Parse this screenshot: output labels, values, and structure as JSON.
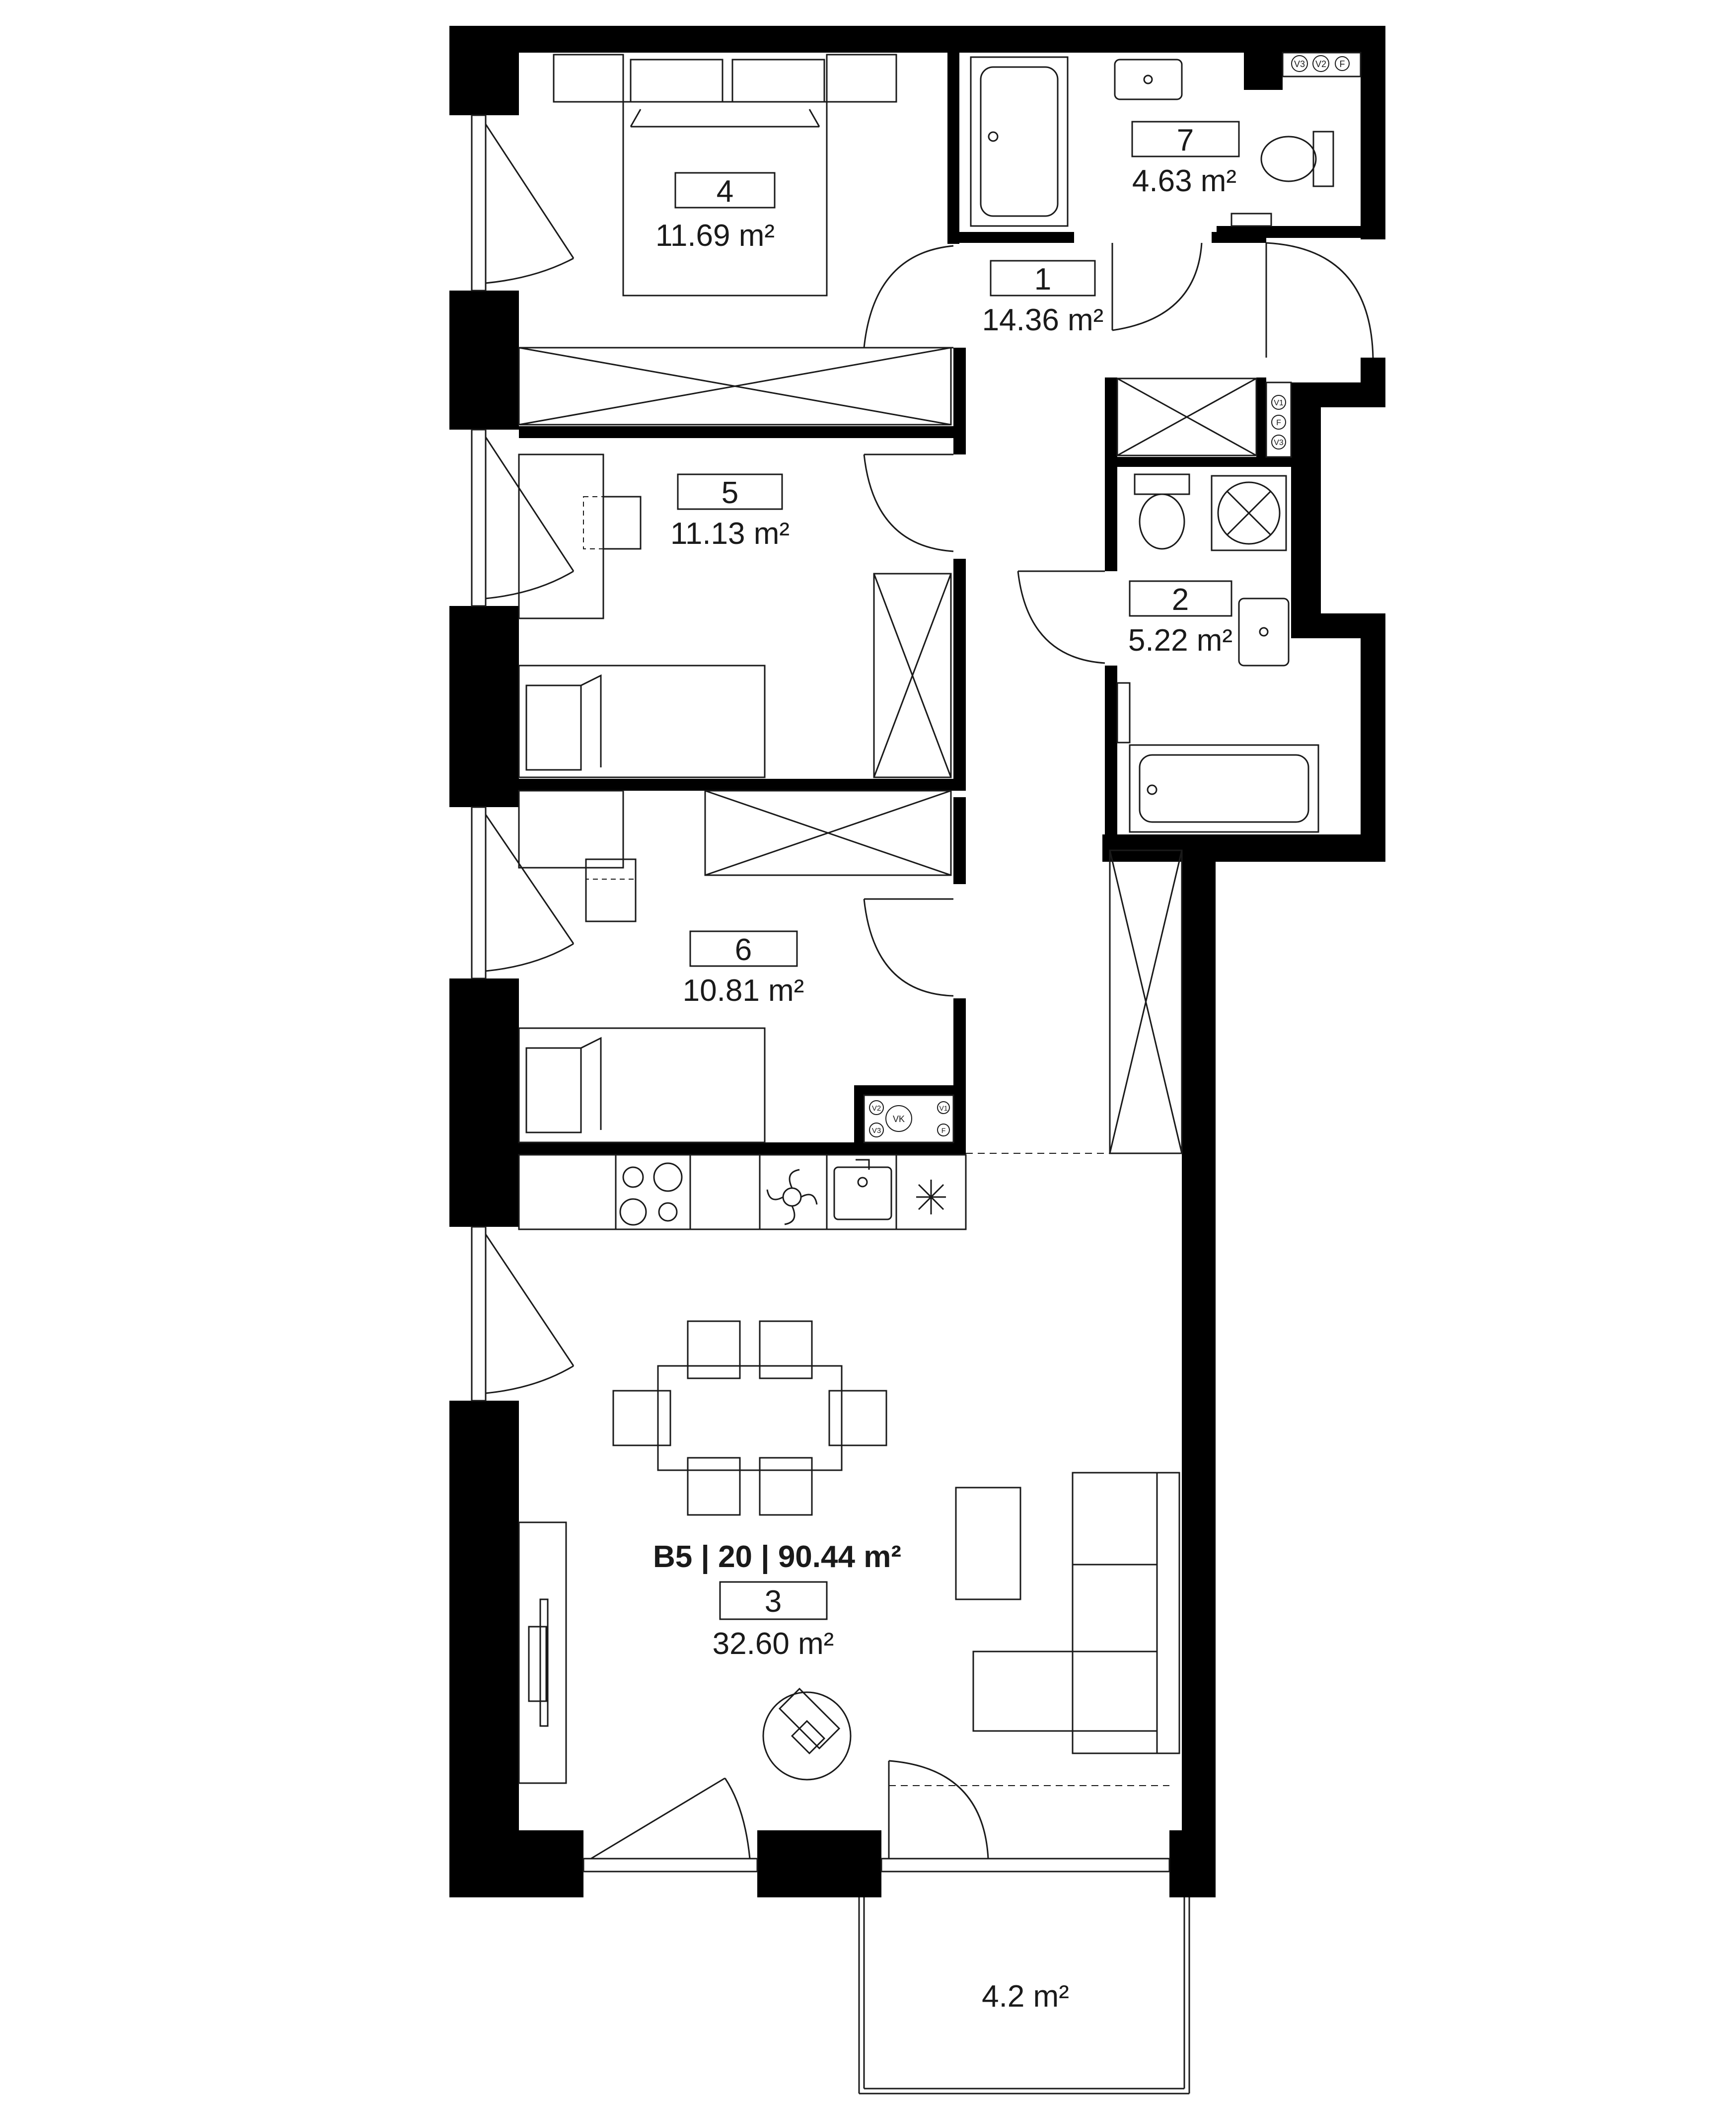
{
  "apartment": {
    "label": "B5 | 20 | 90.44 m²"
  },
  "rooms": [
    {
      "number": "1",
      "area": "14.36 m²"
    },
    {
      "number": "2",
      "area": "5.22 m²"
    },
    {
      "number": "3",
      "area": "32.60 m²"
    },
    {
      "number": "4",
      "area": "11.69 m²"
    },
    {
      "number": "5",
      "area": "11.13 m²"
    },
    {
      "number": "6",
      "area": "10.81 m²"
    },
    {
      "number": "7",
      "area": "4.63 m²"
    }
  ],
  "balcony": {
    "area": "4.2 m²"
  },
  "meter_labels": {
    "v1": "V1",
    "v2": "V2",
    "v3": "V3",
    "vk": "VK",
    "f": "F"
  },
  "colors": {
    "wall": "#000000",
    "line": "#1a1a1a",
    "background": "#ffffff"
  }
}
